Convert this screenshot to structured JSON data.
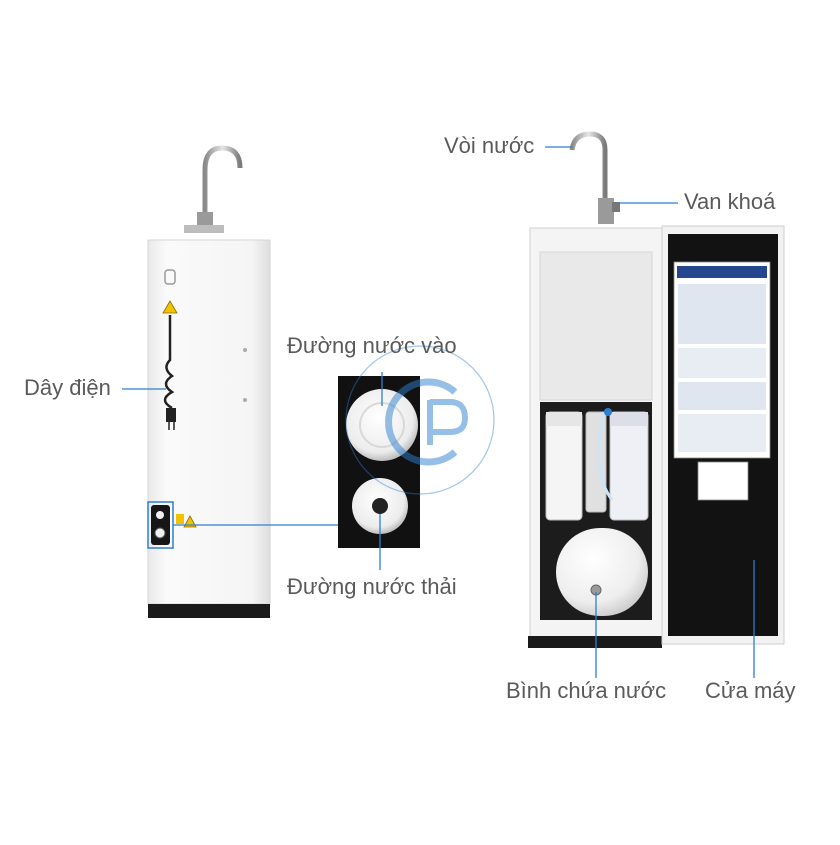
{
  "labels": {
    "faucet": "Vòi nước",
    "valve": "Van khoá",
    "power_cord": "Dây điện",
    "water_inlet": "Đường nước vào",
    "waste_outlet": "Đường nước thải",
    "storage_tank": "Bình chứa nước",
    "machine_door": "Cửa máy"
  },
  "colors": {
    "leader_line": "#2e7fd0",
    "cabinet_panel": "#f7f7f7",
    "cabinet_edge": "#d8d8d8",
    "base_black": "#1a1a1a",
    "door_inner": "#121212",
    "inset_background": "#111111",
    "logo_blue": "#2e7fd0",
    "warning_yellow": "#f2c200",
    "label_text": "#5a5a5a"
  }
}
